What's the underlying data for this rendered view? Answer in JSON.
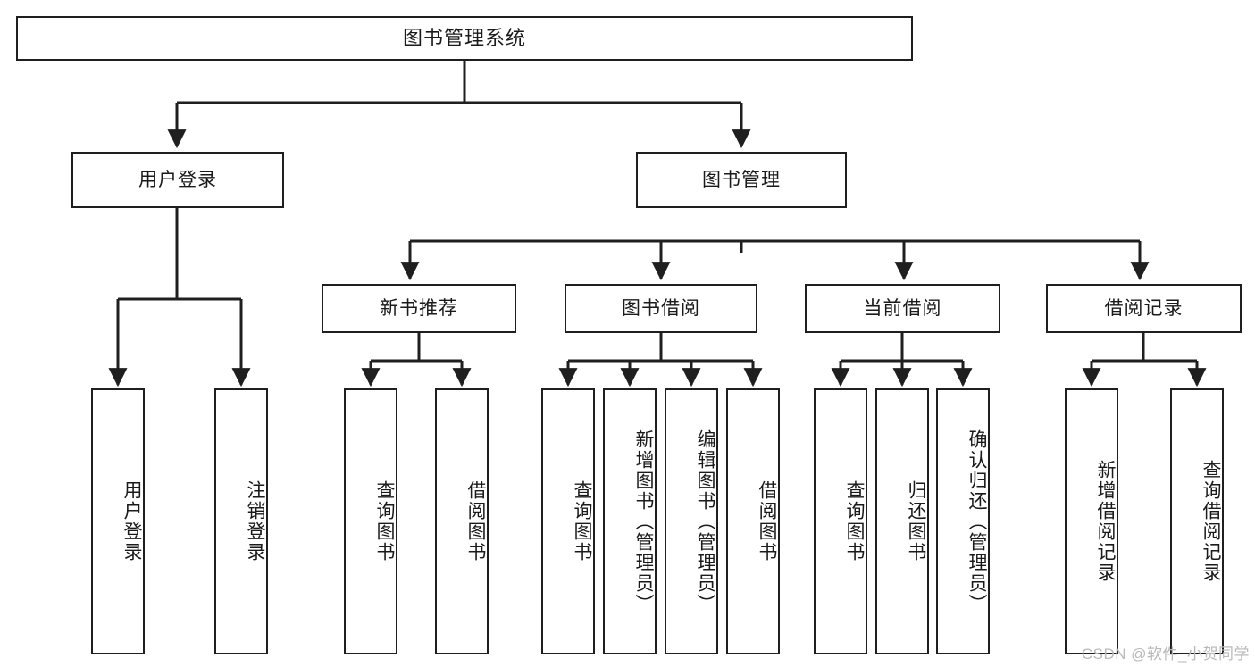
{
  "diagram": {
    "type": "tree-hierarchy",
    "title": "图书管理系统",
    "watermark": "CSDN @软件_小贺同学",
    "colors": {
      "stroke": "#1f1f1f",
      "background": "#ffffff",
      "text": "#1a1a1a",
      "watermark": "#b9b9b9"
    },
    "nodes": {
      "root": "图书管理系统",
      "level2": {
        "user_login": "用户登录",
        "book_manage": "图书管理"
      },
      "level3": {
        "new_book_recommend": "新书推荐",
        "book_borrow": "图书借阅",
        "current_borrow": "当前借阅",
        "borrow_record": "借阅记录"
      },
      "leaves": {
        "user_login_children": [
          "用户登录",
          "注销登录"
        ],
        "new_book_recommend_children": [
          "查询图书",
          "借阅图书"
        ],
        "book_borrow_children": [
          "查询图书",
          "新增图书（管理员）",
          "编辑图书（管理员）",
          "借阅图书"
        ],
        "current_borrow_children": [
          "查询图书",
          "归还图书",
          "确认归还（管理员）"
        ],
        "borrow_record_children": [
          "新增借阅记录",
          "查询借阅记录"
        ]
      }
    }
  }
}
